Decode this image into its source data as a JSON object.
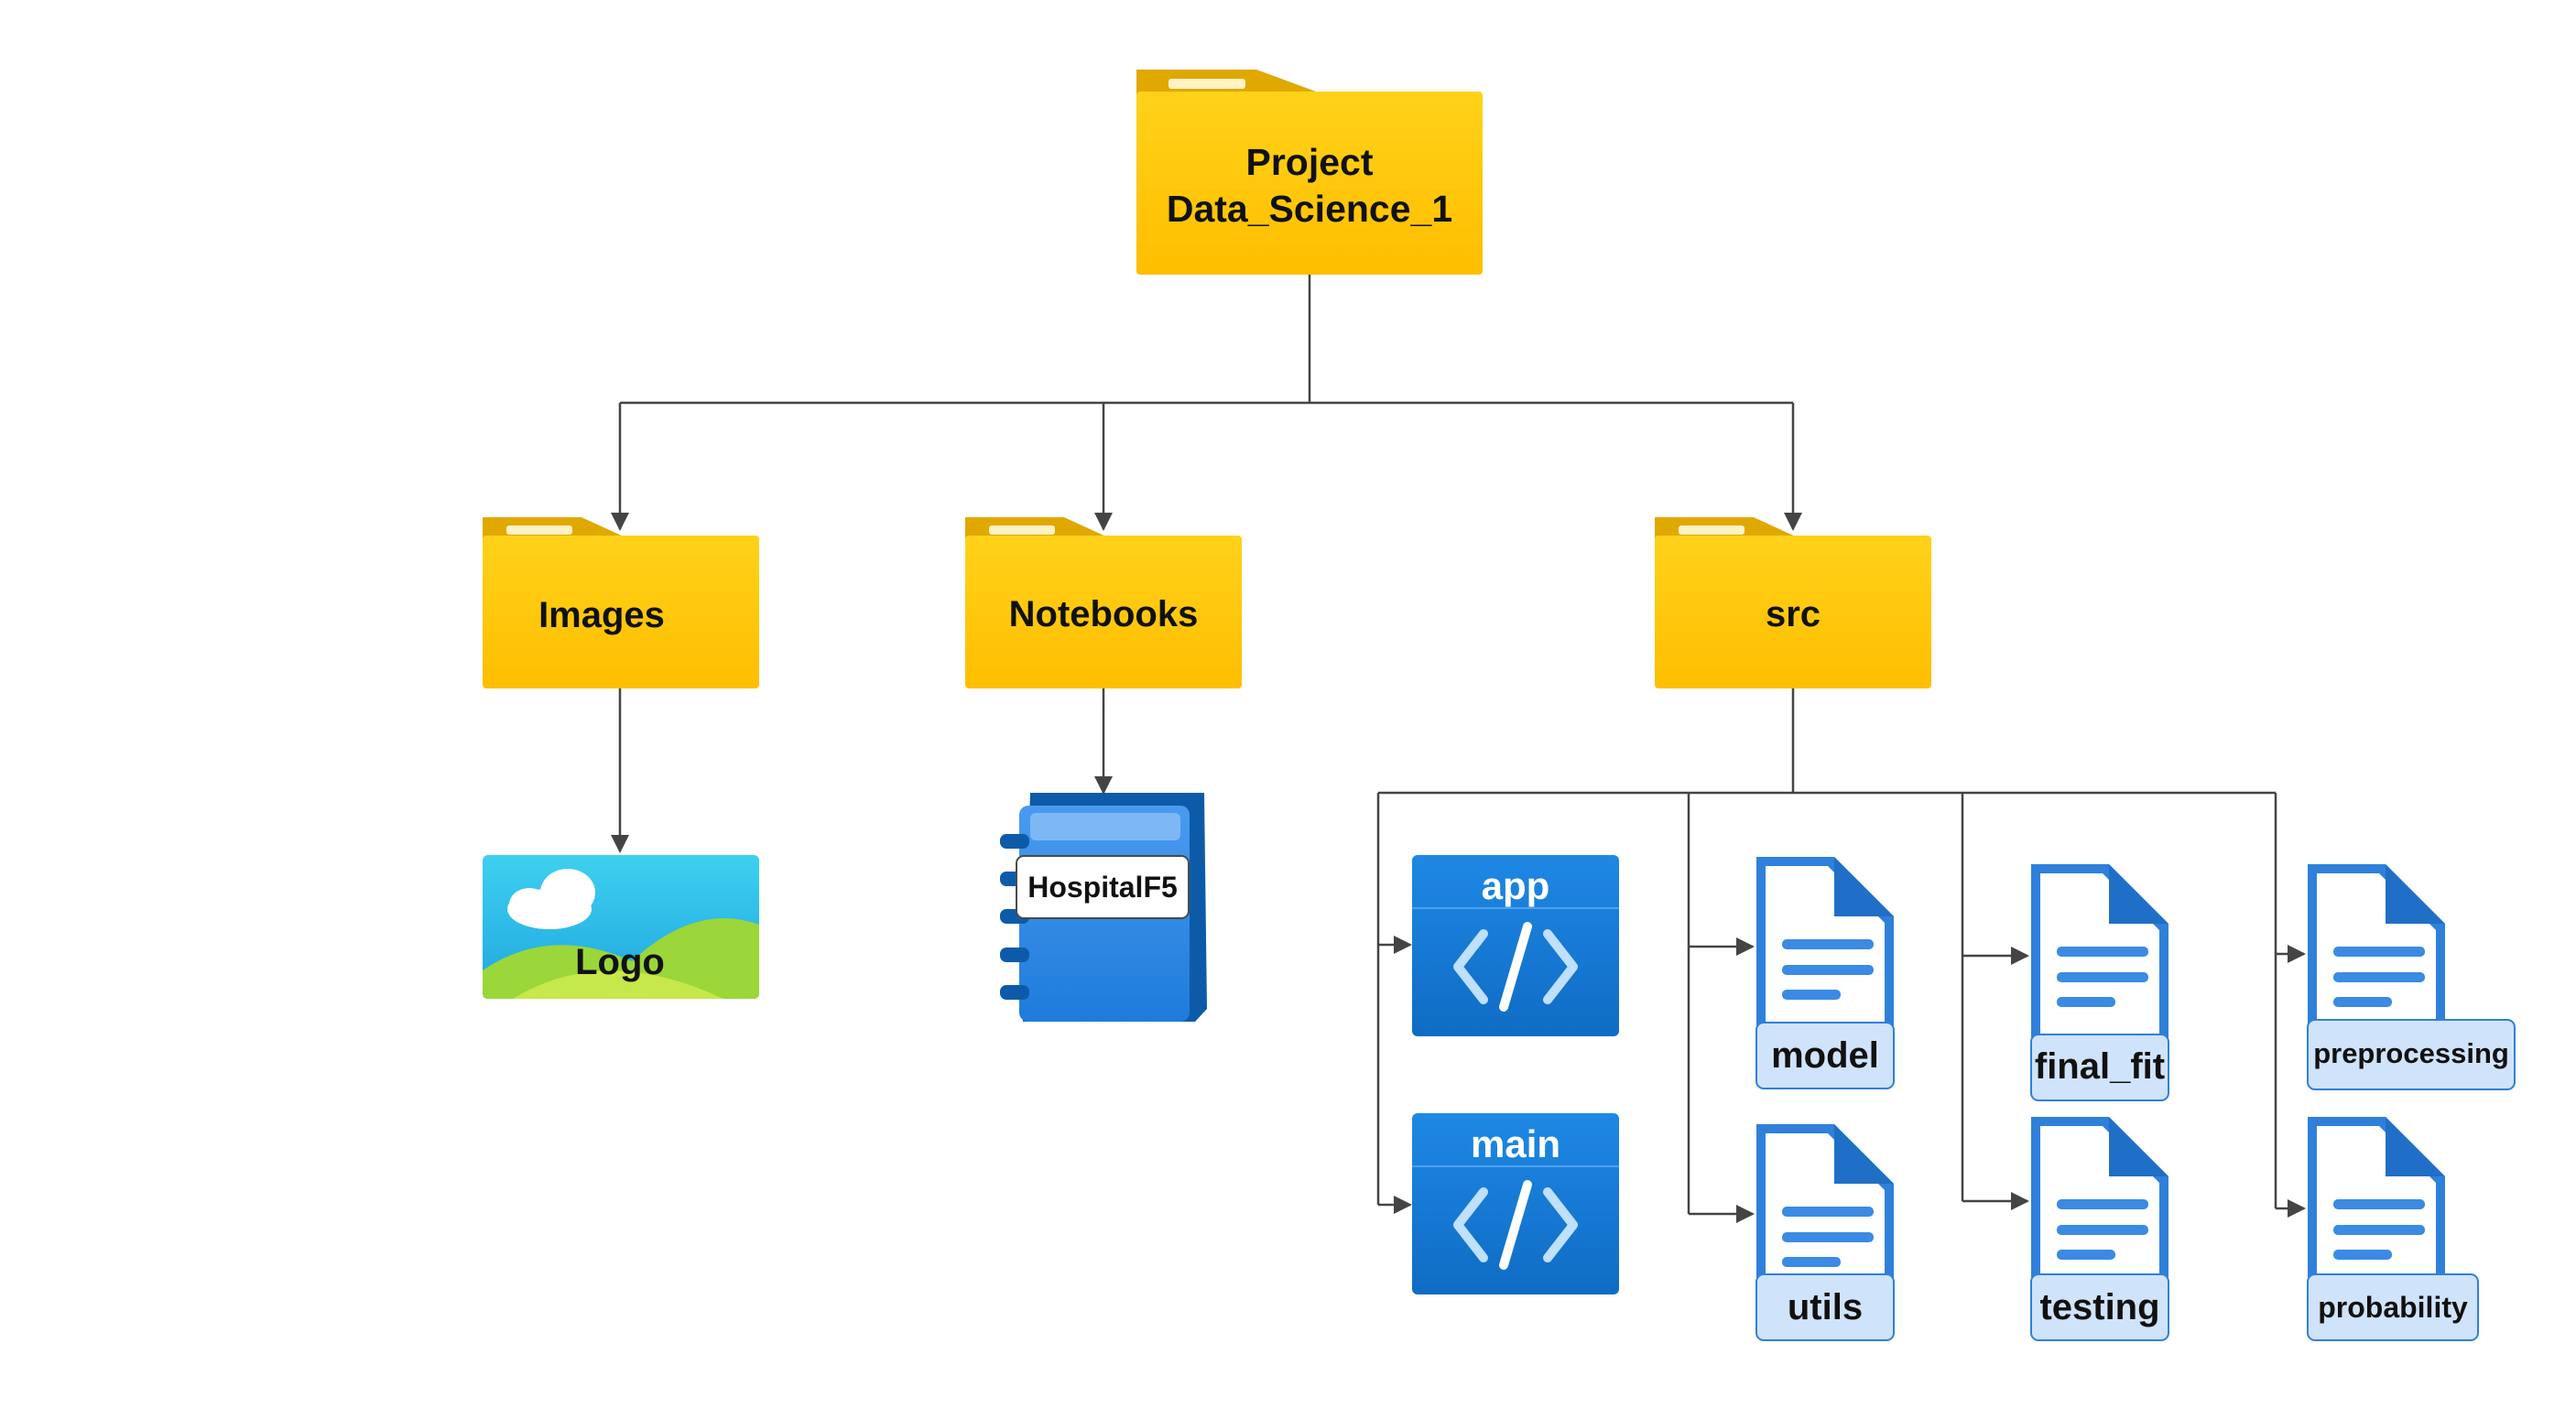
{
  "root": {
    "line1": "Project",
    "line2": "Data_Science_1"
  },
  "folders": {
    "images": "Images",
    "notebooks": "Notebooks",
    "src": "src"
  },
  "images_children": {
    "logo": "Logo"
  },
  "notebooks_children": {
    "notebook": "HospitalF5"
  },
  "src_children": {
    "code": {
      "app": "app",
      "main": "main"
    },
    "docs": {
      "model": "model",
      "utils": "utils",
      "final_fit": "final_fit",
      "testing": "testing",
      "preprocessing": "preprocessing",
      "probability": "probability"
    }
  },
  "colors": {
    "folder_body": "#FFC400",
    "folder_tab": "#E0A800",
    "code_blue": "#1479D2",
    "doc_blue": "#2F80DA",
    "doc_label_bg": "#CFE3FA",
    "connector": "#444444"
  }
}
